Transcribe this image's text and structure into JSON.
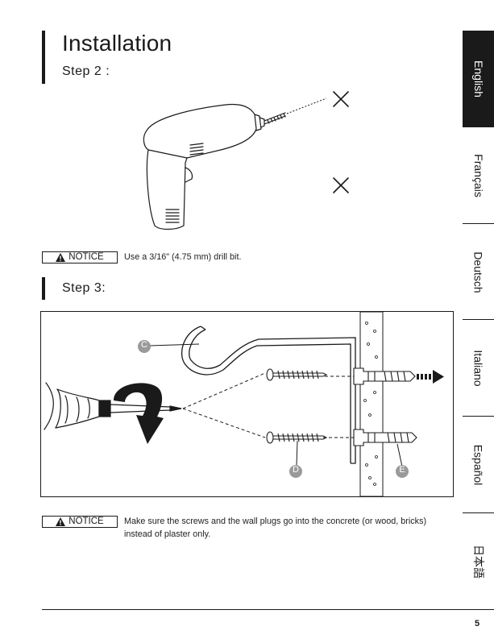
{
  "heading": {
    "title": "Installation"
  },
  "steps": {
    "step2": "Step 2 :",
    "step3": "Step 3:"
  },
  "notices": [
    {
      "label": "NOTICE",
      "text": "Use a 3/16\" (4.75 mm) drill bit."
    },
    {
      "label": "NOTICE",
      "text": "Make sure the screws and the wall plugs go into the concrete (or wood, bricks) instead of plaster only."
    }
  ],
  "figure_labels": {
    "c": "C",
    "d": "D",
    "e": "E"
  },
  "language_tabs": [
    {
      "label": "English",
      "active": true
    },
    {
      "label": "Français",
      "active": false
    },
    {
      "label": "Deutsch",
      "active": false
    },
    {
      "label": "Italiano",
      "active": false
    },
    {
      "label": "Español",
      "active": false
    },
    {
      "label": "日本語",
      "active": false
    }
  ],
  "footer": {
    "page_number": "5"
  }
}
